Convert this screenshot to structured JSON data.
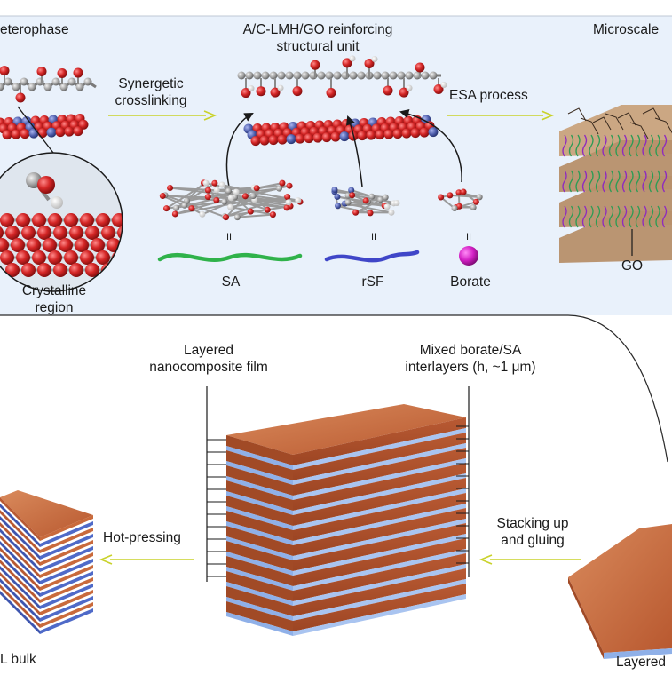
{
  "top_panel": {
    "heterophase_label": "eterophase",
    "crosslink_arrow": {
      "line1": "Synergetic",
      "line2": "crosslinking"
    },
    "unit_title": {
      "line1": "A/C-LMH/GO reinforcing",
      "line2": "structural unit"
    },
    "esa_arrow": "ESA process",
    "microscale_label": "Microscale",
    "crystalline": {
      "line1": "Crystalline",
      "line2": "region"
    },
    "components": [
      {
        "name": "SA",
        "equals": "II"
      },
      {
        "name": "rSF",
        "equals": "II"
      },
      {
        "name": "Borate",
        "equals": "II"
      }
    ],
    "go_label": "GO"
  },
  "bottom_panel": {
    "film_label": {
      "line1": "Layered",
      "line2": "nanocomposite film"
    },
    "interlayer_label": {
      "line1": "Mixed borate/SA",
      "line2": "interlayers (h, ~1 μm)"
    },
    "stacking_arrow": {
      "line1": "Stacking up",
      "line2": "and gluing"
    },
    "hotpress_arrow": "Hot-pressing",
    "bulk_label": "L bulk",
    "layered_right_label": "Layered"
  },
  "colors": {
    "panel_bg": "#e9f1fb",
    "oxygen": "#cc1f1f",
    "carbon": "#9a9a9a",
    "nitrogen": "#4a5aa8",
    "sa_strand": "#2fb24a",
    "rsf_strand": "#3f46c8",
    "borate": "#d21fc4",
    "copper": "#c4683e",
    "interlayer_blue": "#8fb0e8",
    "arrow_yellow": "#c9d22a",
    "go_sheet": "#b78f6a"
  }
}
